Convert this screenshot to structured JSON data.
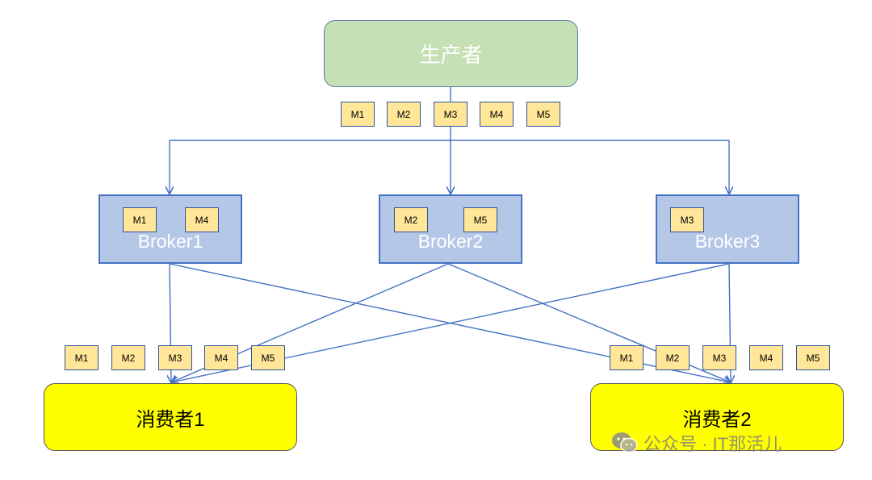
{
  "producer": {
    "label": "生产者"
  },
  "producer_queue": [
    "M1",
    "M2",
    "M3",
    "M4",
    "M5"
  ],
  "brokers": [
    {
      "label": "Broker1",
      "messages": [
        "M1",
        "M4"
      ]
    },
    {
      "label": "Broker2",
      "messages": [
        "M2",
        "M5"
      ]
    },
    {
      "label": "Broker3",
      "messages": [
        "M3"
      ]
    }
  ],
  "consumers": [
    {
      "label": "消费者1",
      "messages": [
        "M1",
        "M2",
        "M3",
        "M4",
        "M5"
      ]
    },
    {
      "label": "消费者2",
      "messages": [
        "M1",
        "M2",
        "M3",
        "M4",
        "M5"
      ]
    }
  ],
  "watermark": {
    "text": "公众号 · IT那活儿",
    "icon": "wechat-icon"
  },
  "colors": {
    "producer_fill": "#c5e0b4",
    "broker_fill": "#b4c7e7",
    "broker_border": "#4472c4",
    "consumer_fill": "#ffff00",
    "message_fill": "#ffe699",
    "arrow": "#4472c4"
  }
}
